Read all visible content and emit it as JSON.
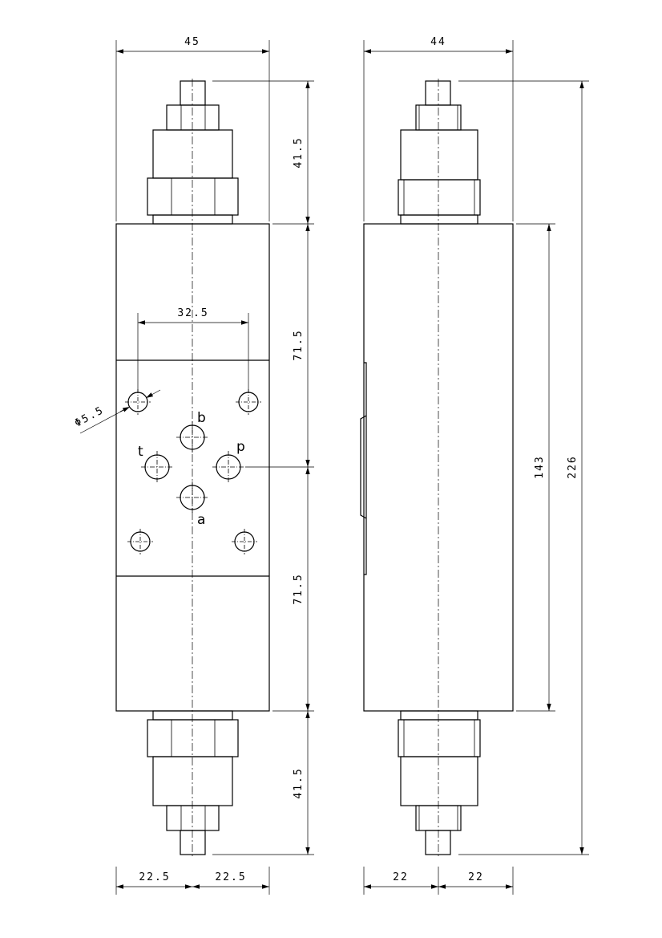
{
  "dimensions": {
    "width_front": "45",
    "width_side": "44",
    "top_height_front": "41.5",
    "upper_body_front": "71.5",
    "lower_body_front": "71.5",
    "bottom_height_front": "41.5",
    "hole_spacing": "32.5",
    "hole_diameter": "Φ5.5",
    "body_height_side": "143",
    "overall_height_side": "226",
    "half_width_front_left": "22.5",
    "half_width_front_right": "22.5",
    "half_width_side_left": "22",
    "half_width_side_right": "22"
  },
  "ports": {
    "a": "a",
    "b": "b",
    "p": "p",
    "t": "t"
  }
}
